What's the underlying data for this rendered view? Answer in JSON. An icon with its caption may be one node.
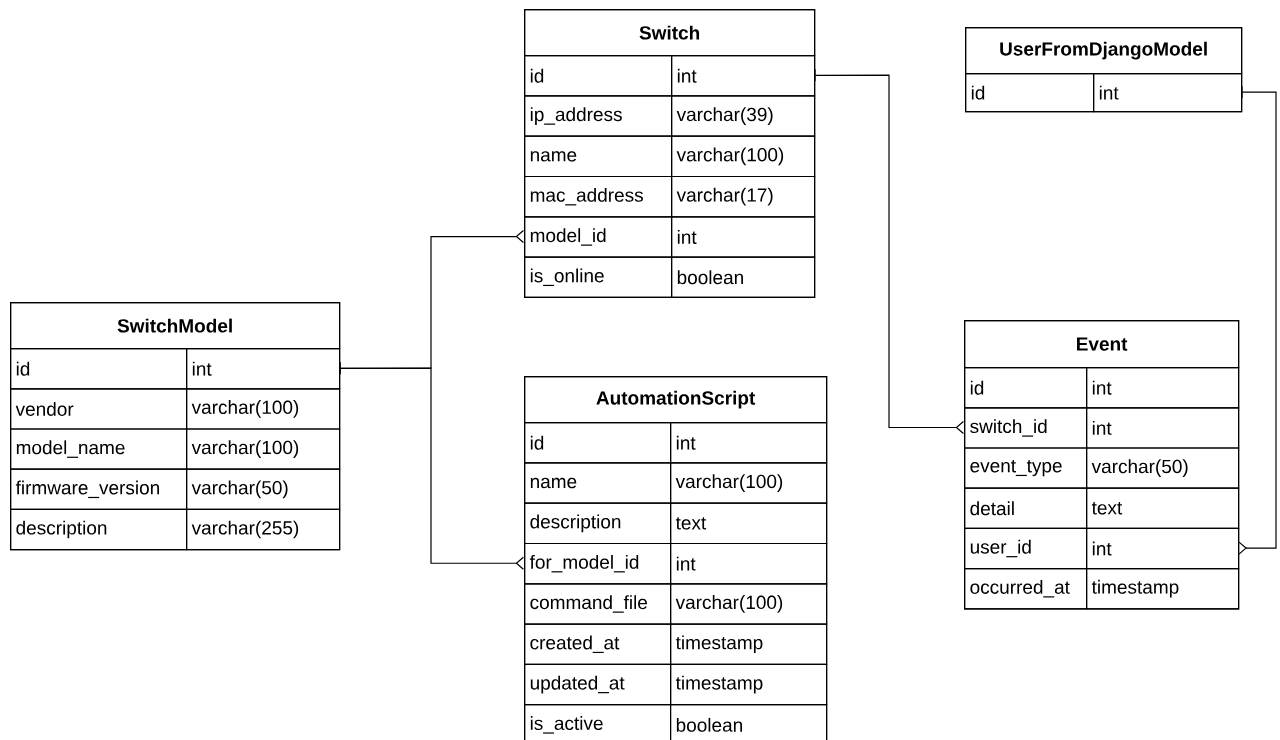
{
  "diagram": {
    "nodes": [
      {
        "text": [
          "Switch"
        ]
      },
      {
        "text": [
          "id",
          "int"
        ],
        "in": 0
      },
      {
        "text": [
          "ip_address",
          "varchar(39)"
        ],
        "in": 0
      },
      {
        "text": [
          "name",
          "varchar(100)"
        ],
        "in": 0
      },
      {
        "text": [
          "mac_address",
          "varchar(17)"
        ],
        "in": 0
      },
      {
        "text": [
          "model_id",
          "int"
        ],
        "in": 0
      },
      {
        "text": [
          "is_online",
          "boolean"
        ],
        "in": 0
      },
      {
        "text": [
          "UserFromDjangoModel"
        ]
      },
      {
        "text": [
          "id",
          "int"
        ],
        "in": 7
      },
      {
        "text": [
          "SwitchModel"
        ]
      },
      {
        "text": [
          "id",
          "int"
        ],
        "in": 9
      },
      {
        "text": [
          "vendor",
          "varchar(100)"
        ],
        "in": 9
      },
      {
        "text": [
          "model_name",
          "varchar(100)"
        ],
        "in": 9
      },
      {
        "text": [
          "firmware_version",
          "varchar(50)"
        ],
        "in": 9
      },
      {
        "text": [
          "description",
          "varchar(255)"
        ],
        "in": 9
      },
      {
        "text": [
          "AutomationScript"
        ]
      },
      {
        "text": [
          "id",
          "int"
        ],
        "in": 15
      },
      {
        "text": [
          "name",
          "varchar(100)"
        ],
        "in": 15
      },
      {
        "text": [
          "description",
          "text"
        ],
        "in": 15
      },
      {
        "text": [
          "for_model_id",
          "int"
        ],
        "in": 15
      },
      {
        "text": [
          "command_file",
          "varchar(100)"
        ],
        "in": 15
      },
      {
        "text": [
          "created_at",
          "timestamp"
        ],
        "in": 15
      },
      {
        "text": [
          "updated_at",
          "timestamp"
        ],
        "in": 15
      },
      {
        "text": [
          "is_active",
          "boolean"
        ],
        "in": 15
      },
      {
        "text": [
          "Event"
        ]
      },
      {
        "text": [
          "id",
          "int"
        ],
        "in": 24
      },
      {
        "text": [
          "switch_id",
          "int"
        ],
        "in": 24
      },
      {
        "text": [
          "event_type",
          "varchar(50)"
        ],
        "in": 24
      },
      {
        "text": [
          "detail",
          "text"
        ],
        "in": 24
      },
      {
        "text": [
          "user_id",
          "int"
        ],
        "in": 24
      },
      {
        "text": [
          "occurred_at",
          "timestamp"
        ],
        "in": 24
      }
    ],
    "edges": [
      {
        "from": 10,
        "to": 5,
        "arrow": "other"
      },
      {
        "from": 10,
        "to": 19,
        "arrow": "other"
      },
      {
        "from": 1,
        "to": 26,
        "arrow": "other"
      },
      {
        "from": 8,
        "to": 29,
        "arrow": "other"
      }
    ]
  }
}
